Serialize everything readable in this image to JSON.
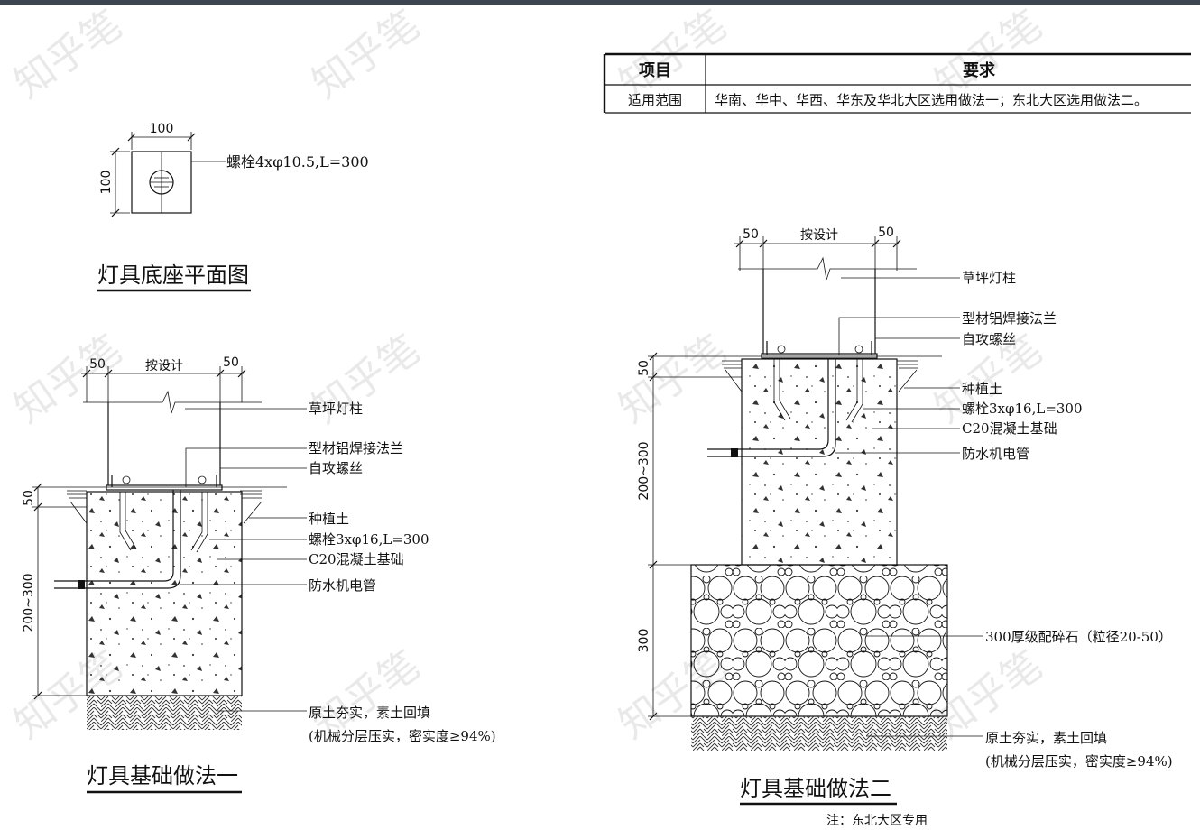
{
  "table": {
    "header_item": "项目",
    "header_req": "要求",
    "row_item": "适用范围",
    "row_req": "华南、华中、华西、华东及华北大区选用做法一；东北大区选用做法二。"
  },
  "plan": {
    "title": "灯具底座平面图",
    "dim_w": "100",
    "dim_h": "100",
    "bolt_label": "螺栓4xφ10.5,L=300"
  },
  "method1": {
    "title": "灯具基础做法一",
    "dim_left": "50",
    "dim_mid": "按设计",
    "dim_right": "50",
    "dim_v_top": "50",
    "dim_v_main": "200~300",
    "labels": {
      "lamp_post": "草坪灯柱",
      "flange": "型材铝焊接法兰",
      "screw": "自攻螺丝",
      "soil": "种植土",
      "bolt": "螺栓3xφ16,L=300",
      "concrete": "C20混凝土基础",
      "conduit": "防水机电管",
      "base1": "原土夯实，素土回填",
      "base2": "(机械分层压实，密实度≥94%)"
    }
  },
  "method2": {
    "title": "灯具基础做法二",
    "note": "注：东北大区专用",
    "dim_left": "50",
    "dim_mid": "按设计",
    "dim_right": "50",
    "dim_v_top": "50",
    "dim_v_main": "200~300",
    "dim_v_gravel": "300",
    "labels": {
      "lamp_post": "草坪灯柱",
      "flange": "型材铝焊接法兰",
      "screw": "自攻螺丝",
      "soil": "种植土",
      "bolt": "螺栓3xφ16,L=300",
      "concrete": "C20混凝土基础",
      "conduit": "防水机电管",
      "gravel": "300厚级配碎石（粒径20-50）",
      "base1": "原土夯实，素土回填",
      "base2": "(机械分层压实，密实度≥94%)"
    }
  },
  "watermark": "知乎笔"
}
